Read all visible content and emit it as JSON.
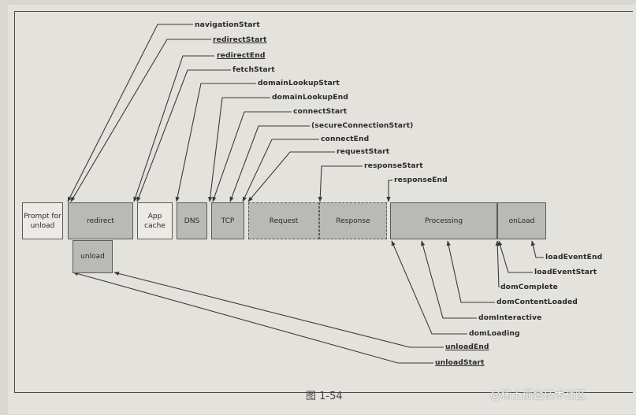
{
  "caption": "图 1-54",
  "watermark": "@稀土掘金技术社区",
  "top_labels": {
    "navigationStart": "navigationStart",
    "redirectStart": "redirectStart",
    "redirectEnd": "redirectEnd",
    "fetchStart": "fetchStart",
    "domainLookupStart": "domainLookupStart",
    "domainLookupEnd": "domainLookupEnd",
    "connectStart": "connectStart",
    "secureConnectionStart": "(secureConnectionStart)",
    "connectEnd": "connectEnd",
    "requestStart": "requestStart",
    "responseStart": "responseStart",
    "responseEnd": "responseEnd"
  },
  "bottom_labels": {
    "loadEventEnd": "loadEventEnd",
    "loadEventStart": "loadEventStart",
    "domComplete": "domComplete",
    "domContentLoaded": "domContentLoaded",
    "domInteractive": "domInteractive",
    "domLoading": "domLoading",
    "unloadEnd": "unloadEnd",
    "unloadStart": "unloadStart"
  },
  "phases": {
    "prompt": "Prompt for unload",
    "redirect": "redirect",
    "unload": "unload",
    "appcache": "App cache",
    "dns": "DNS",
    "tcp": "TCP",
    "request": "Request",
    "response": "Response",
    "processing": "Processing",
    "onload": "onLoad"
  }
}
